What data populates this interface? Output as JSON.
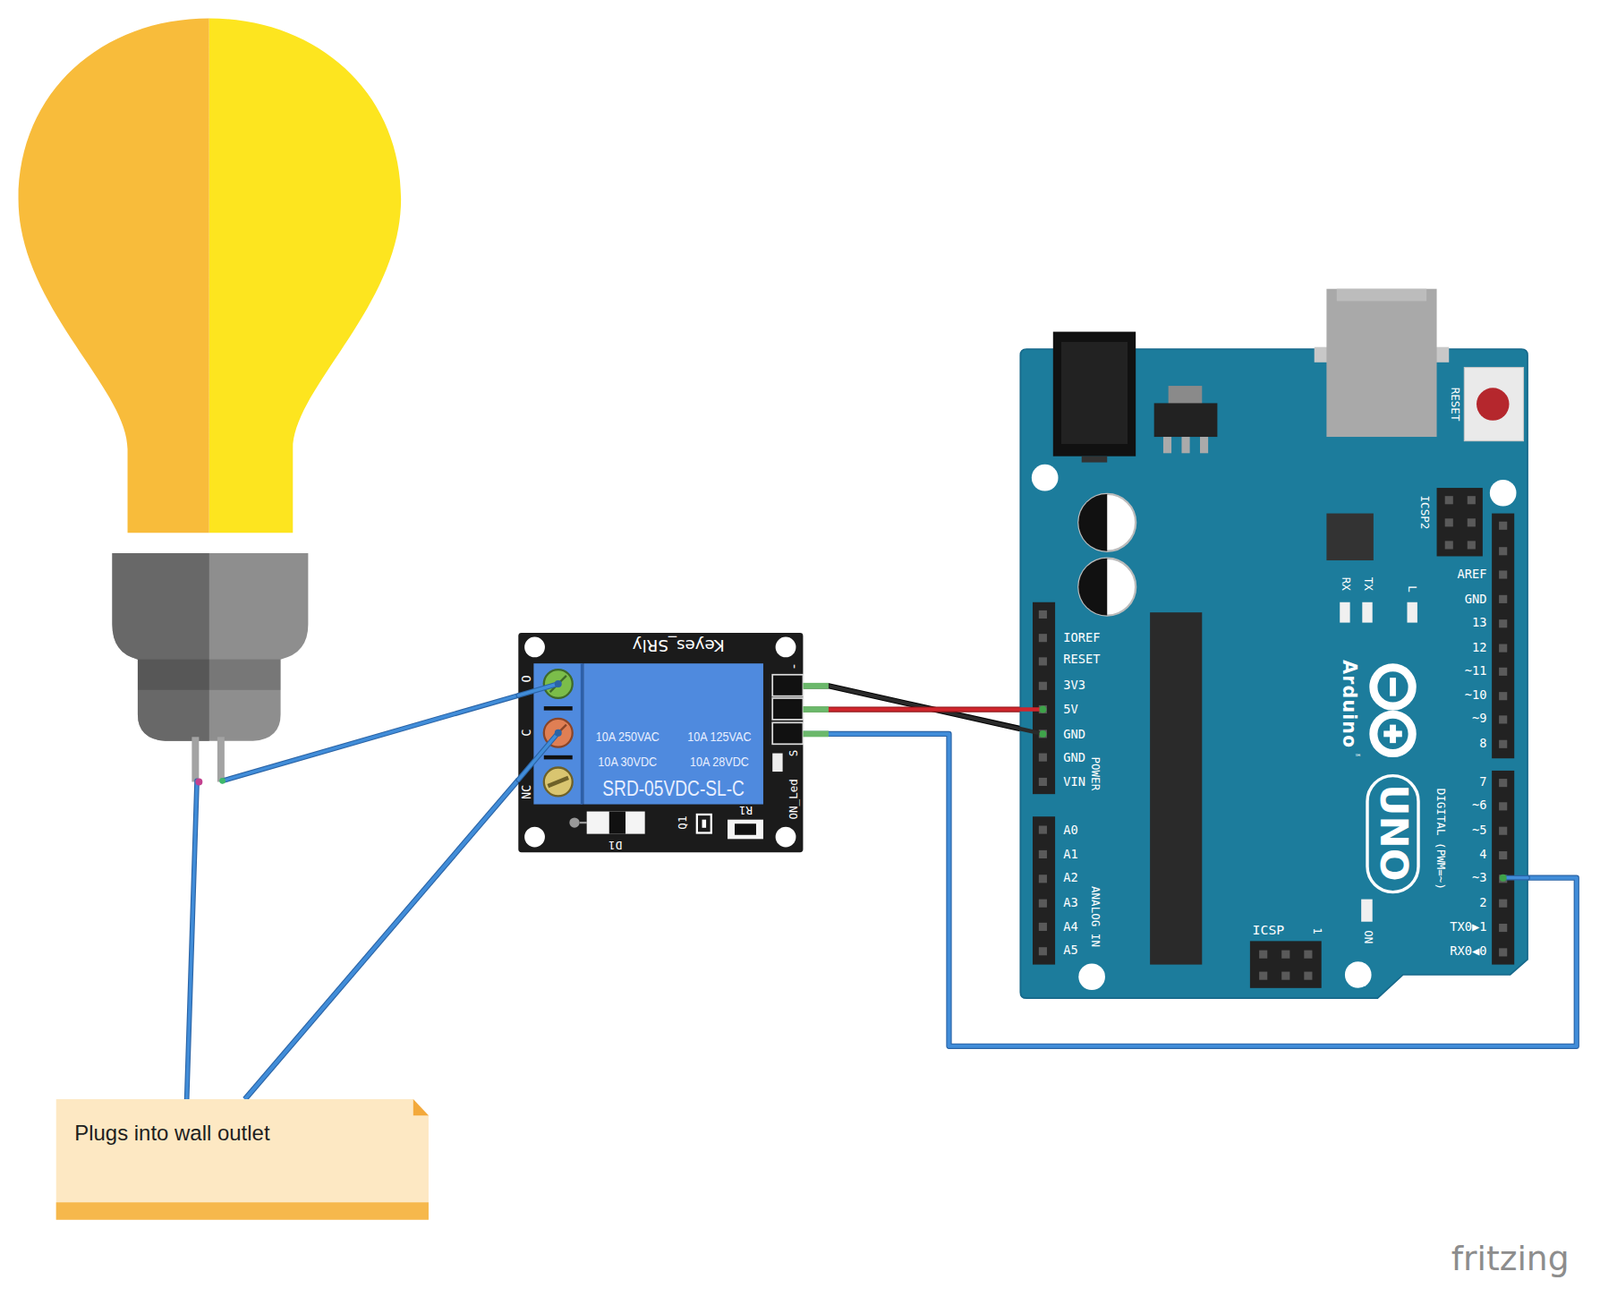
{
  "diagram": {
    "nodes": [
      {
        "text": [
          "Keyes_SRly"
        ]
      },
      {
        "text": [
          "10A 250VAC",
          "10A 125VAC",
          "10A 30VDC",
          "10A 28VDC",
          "SRD-05VDC-SL-C"
        ],
        "in": 0
      },
      {
        "text": [
          "Arduino",
          "UNO"
        ]
      },
      {
        "text": [
          "Plugs into wall outlet"
        ]
      }
    ],
    "edges": [
      {
        "from": 0,
        "to": 3,
        "arrow": "none"
      },
      {
        "from": 0,
        "to": 2,
        "arrow": "none"
      },
      {
        "from": 0,
        "to": 2,
        "arrow": "none"
      },
      {
        "from": 0,
        "to": 2,
        "arrow": "none"
      }
    ],
    "labels": [
      "O",
      "C",
      "NC",
      "-",
      "S",
      "ON_Led",
      "D1",
      "Q1",
      "R1",
      "RESET",
      "ICSP2",
      "RX",
      "TX",
      "L",
      "AREF",
      "GND",
      "13",
      "12",
      "~11",
      "~10",
      "~9",
      "8",
      "7",
      "~6",
      "~5",
      "4",
      "~3",
      "2",
      "TX0▶1",
      "RX0◀0",
      "DIGITAL (PWM=~)",
      "IOREF",
      "RESET",
      "3V3",
      "5V",
      "GND",
      "GND",
      "VIN",
      "POWER",
      "A0",
      "A1",
      "A2",
      "A3",
      "A4",
      "A5",
      "ANALOG IN",
      "ICSP",
      "1",
      "ON",
      "™",
      "fritzing"
    ]
  }
}
